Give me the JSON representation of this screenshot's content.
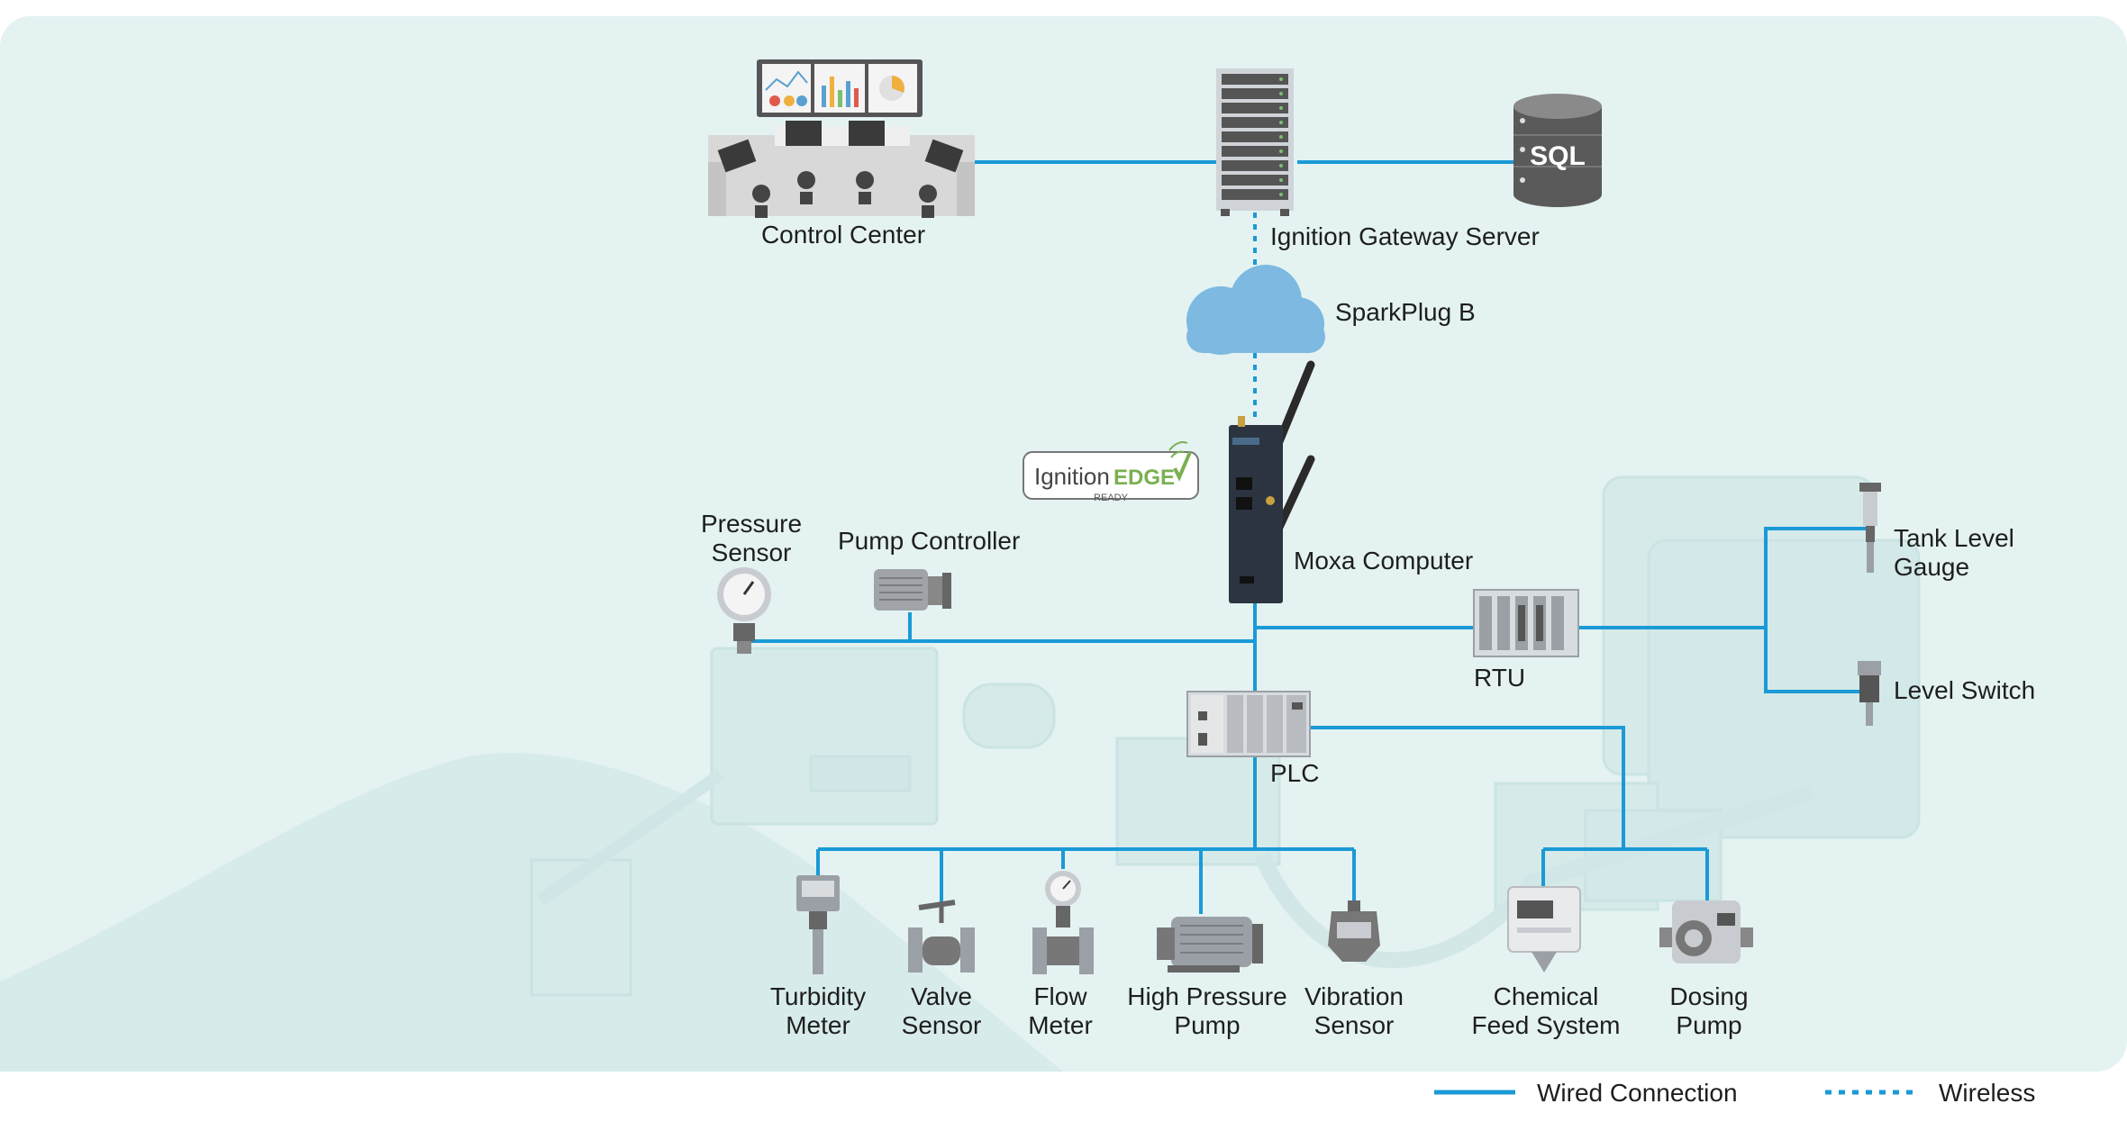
{
  "labels": {
    "control_center": "Control Center",
    "gateway_server": "Ignition Gateway Server",
    "sql": "SQL",
    "sparkplug": "SparkPlug B",
    "moxa_computer": "Moxa Computer",
    "ignition_edge": {
      "brand": "Ignition",
      "edge": "EDGE",
      "ready": "READY"
    },
    "pressure_sensor": [
      "Pressure",
      "Sensor"
    ],
    "pump_controller": "Pump Controller",
    "rtu": "RTU",
    "plc": "PLC",
    "tank_level_gauge": [
      "Tank Level",
      "Gauge"
    ],
    "level_switch": "Level Switch",
    "turbidity_meter": [
      "Turbidity",
      "Meter"
    ],
    "valve_sensor": [
      "Valve",
      "Sensor"
    ],
    "flow_meter": [
      "Flow",
      "Meter"
    ],
    "high_pressure_pump": [
      "High Pressure",
      "Pump"
    ],
    "vibration_sensor": [
      "Vibration",
      "Sensor"
    ],
    "chemical_feed_system": [
      "Chemical",
      "Feed System"
    ],
    "dosing_pump": [
      "Dosing",
      "Pump"
    ]
  },
  "legend": {
    "wired": "Wired Connection",
    "wireless": "Wireless"
  },
  "colors": {
    "wire": "#1a9ad6",
    "background": "#e4f2f2",
    "cloud": "#7db9e0",
    "device_dark": "#2b3440",
    "device_grey": "#9aa0a6"
  }
}
